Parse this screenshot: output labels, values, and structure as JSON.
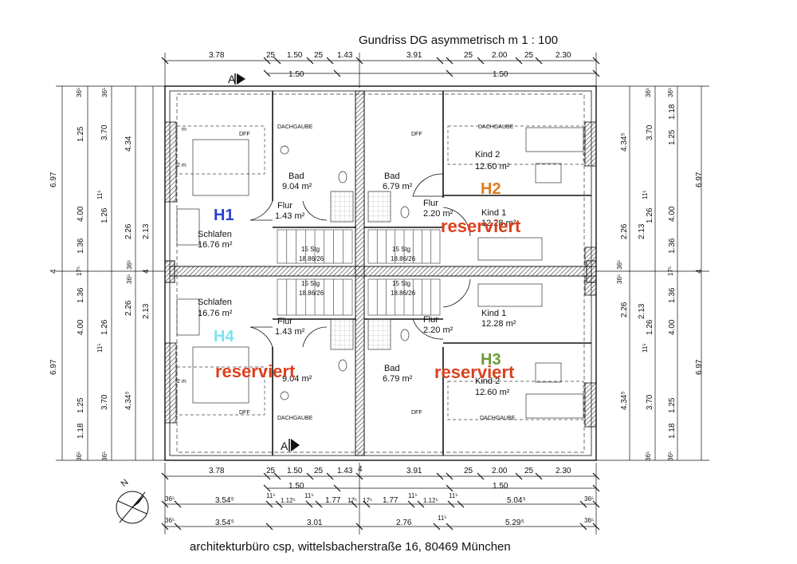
{
  "title": "Gundriss DG asymmetrisch  m 1 : 100",
  "footer": "architekturbüro csp, wittelsbacherstraße 16, 80469 München",
  "colors": {
    "H1": "#2a3fd1",
    "H2": "#e07a1f",
    "H3": "#6b9b37",
    "H4": "#7fe0f0",
    "reserviert": "#d9411e"
  },
  "units": {
    "H1": "H1",
    "H2": "H2",
    "H3": "H3",
    "H4": "H4"
  },
  "reserviert": "reserviert",
  "section_marks": {
    "top": "A",
    "bottom": "A"
  },
  "rooms": {
    "schlafen_top": "Schlafen",
    "schlafen_top_area": "16.76 m²",
    "schlafen_bot": "Schlafen",
    "schlafen_bot_area": "16.76 m²",
    "flur_h1": "Flur",
    "flur_h1_area": "1.43 m²",
    "flur_h4": "Flur",
    "flur_h4_area": "1.43 m²",
    "flur_h2": "Flur",
    "flur_h2_area": "2.20 m²",
    "flur_h3": "Flur",
    "flur_h3_area": "2.20 m²",
    "bad_h1": "Bad",
    "bad_h1_area": "9.04 m²",
    "bad_h4_area": "9.04 m²",
    "bad_h2": "Bad",
    "bad_h2_area": "6.79 m²",
    "bad_h3": "Bad",
    "bad_h3_area": "6.79 m²",
    "kind2_top": "Kind 2",
    "kind2_top_area": "12.60 m²",
    "kind1_top": "Kind 1",
    "kind1_top_area": "12.28 m²",
    "kind1_bot": "Kind 1",
    "kind1_bot_area": "12.28 m²",
    "kind2_bot": "Kind 2",
    "kind2_bot_area": "12.60 m²",
    "dachgaube": "DACHGAUBE",
    "dff": "DFF",
    "stairs": "15 Stg",
    "stairs_ratio": "18.86/26",
    "m1": "1 m",
    "m2": "2 m",
    "m": "m"
  },
  "dims_top1": [
    "3.78",
    "25",
    "1.50",
    "25",
    "1.43",
    "3.91",
    "25",
    "2.00",
    "25",
    "2.30"
  ],
  "dims_top2": [
    "1.50",
    "1.50"
  ],
  "dims_bottom1": [
    "3.78",
    "25",
    "1.50",
    "25",
    "1.43",
    "4",
    "3.91",
    "25",
    "2.00",
    "25",
    "2.30"
  ],
  "dims_bottom2": [
    "1.50",
    "1.50"
  ],
  "dims_bottom3": [
    "36⁵",
    "3.54⁵",
    "11⁵",
    "1.12⁵",
    "11⁵",
    "1.77",
    "17⁵",
    "17⁵",
    "1.77",
    "11⁵",
    "1.12⁵",
    "11⁵",
    "5.04⁵",
    "36⁵"
  ],
  "dims_bottom4": [
    "36⁵",
    "3.54⁵",
    "3.01",
    "2.76",
    "11⁵",
    "5.29⁵",
    "36⁵"
  ],
  "dims_left_outer": [
    "6.97",
    "4",
    "6.97"
  ],
  "dims_left_a": [
    "36⁵",
    "1.25",
    "4.00",
    "1.36",
    "17⁵",
    "1.36",
    "4.00",
    "1.25",
    "1.18",
    "36⁵"
  ],
  "dims_left_b": [
    "36⁵",
    "3.70",
    "1.26",
    "11⁵",
    "36⁵",
    "36⁵",
    "1.26",
    "11⁵",
    "3.70",
    "36⁵"
  ],
  "dims_left_c": [
    "4.34",
    "2.26",
    "4",
    "2.26",
    "4.34⁵"
  ],
  "dims_left_d": [
    "2.13",
    "4",
    "2.13"
  ],
  "dims_right_outer": [
    "6.97",
    "4",
    "6.97"
  ],
  "dims_right_a": [
    "36⁵",
    "1.18",
    "1.25",
    "4.00",
    "1.36",
    "17⁵",
    "1.36",
    "4.00",
    "1.25",
    "1.18",
    "36⁵"
  ],
  "dims_right_b": [
    "36⁵",
    "3.70",
    "1.26",
    "11⁵",
    "36⁵",
    "36⁵",
    "1.26",
    "11⁵",
    "3.70",
    "36⁵"
  ],
  "dims_right_c": [
    "4.34⁵",
    "2.26",
    "4",
    "2.26",
    "4.34⁵"
  ],
  "dims_right_d": [
    "2.13",
    "2.13"
  ]
}
